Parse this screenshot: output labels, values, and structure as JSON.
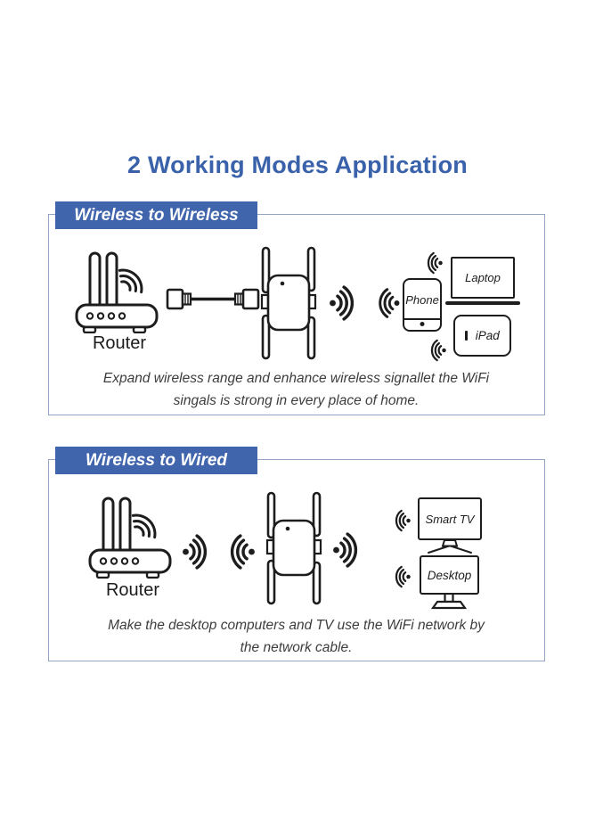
{
  "page": {
    "title": "2 Working Modes Application"
  },
  "sections": [
    {
      "header": "Wireless to Wireless",
      "router_label": "Router",
      "devices": {
        "phone": "Phone",
        "laptop": "Laptop",
        "ipad": "iPad"
      },
      "caption_line1": "Expand wireless range and enhance wireless signallet the WiFi",
      "caption_line2": "singals is strong in every place of home."
    },
    {
      "header": "Wireless to Wired",
      "router_label": "Router",
      "devices": {
        "smart_tv": "Smart TV",
        "desktop": "Desktop"
      },
      "caption_line1": "Make the desktop computers and TV use the WiFi network by",
      "caption_line2": "the network cable."
    }
  ],
  "icons": {
    "router": "router-icon",
    "ethernet_cable": "ethernet-cable-icon",
    "extender": "wifi-extender-icon",
    "signal_right": "signal-waves-right-icon",
    "signal_left": "signal-waves-left-icon",
    "wifi_small": "wifi-signal-icon"
  },
  "colors": {
    "title_blue": "#3a62ab",
    "header_bg": "#4065ad",
    "header_text": "#ffffff",
    "box_border": "#93a5c6",
    "line_art": "#1d1d1d",
    "caption_text": "#3d3d3d",
    "background": "#ffffff"
  }
}
